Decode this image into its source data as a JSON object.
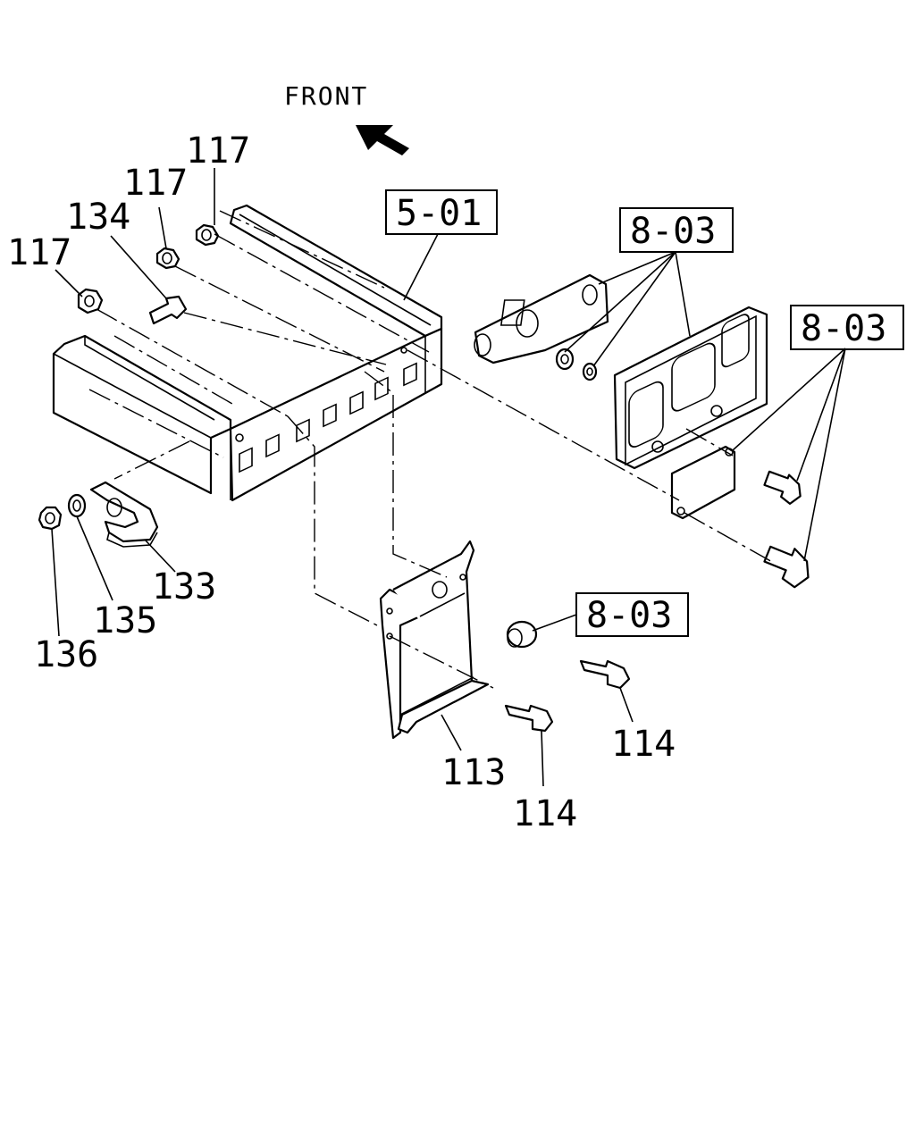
{
  "diagram": {
    "direction_label": "FRONT",
    "reference_boxes": [
      {
        "id": "ref-5-01",
        "text": "5-01"
      },
      {
        "id": "ref-8-03-a",
        "text": "8-03"
      },
      {
        "id": "ref-8-03-b",
        "text": "8-03"
      },
      {
        "id": "ref-8-03-c",
        "text": "8-03"
      }
    ],
    "part_numbers": [
      {
        "id": "p117a",
        "text": "117"
      },
      {
        "id": "p117b",
        "text": "117"
      },
      {
        "id": "p117c",
        "text": "117"
      },
      {
        "id": "p134",
        "text": "134"
      },
      {
        "id": "p133",
        "text": "133"
      },
      {
        "id": "p135",
        "text": "135"
      },
      {
        "id": "p136",
        "text": "136"
      },
      {
        "id": "p113",
        "text": "113"
      },
      {
        "id": "p114a",
        "text": "114"
      },
      {
        "id": "p114b",
        "text": "114"
      }
    ]
  }
}
